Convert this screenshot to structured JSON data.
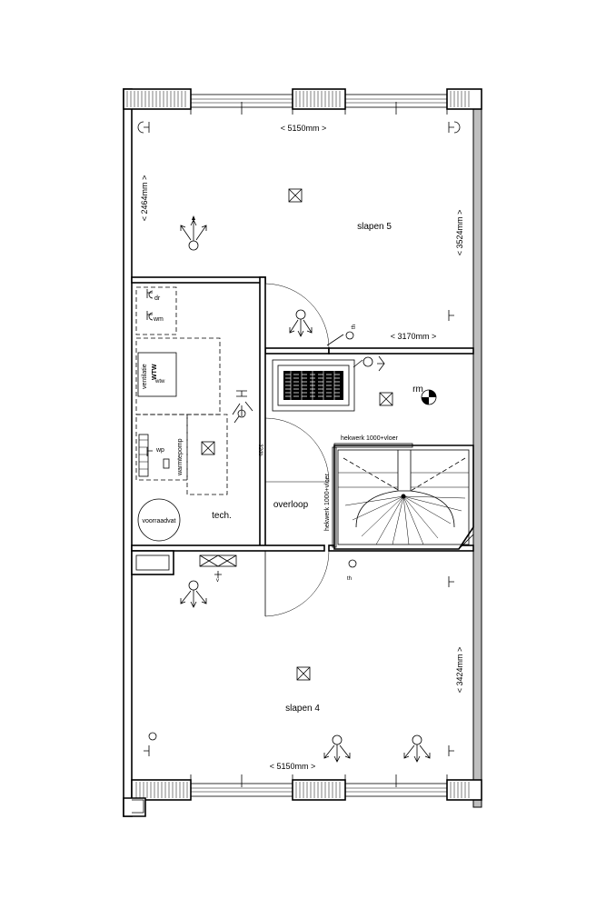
{
  "rooms": {
    "slapen5": "slapen 5",
    "slapen4": "slapen 4",
    "overloop": "overloop",
    "tech": "tech."
  },
  "dimensions": {
    "top_width": "< 5150mm >",
    "top_left_height": "< 2464mm >",
    "top_right_height": "< 3524mm >",
    "landing_width": "< 3170mm >",
    "bottom_right_height": "< 3424mm >",
    "bottom_width": "< 5150mm >"
  },
  "labels": {
    "dr": "dr",
    "wm": "wm",
    "ventilatie": "ventilatie",
    "wtw_upper": "WTW",
    "wtw_lower": "wtw",
    "wp": "wp",
    "warmtepomp": "warmtepomp",
    "voorraadvat": "voorraadvat",
    "door_height": "32db",
    "rm": "rm",
    "th_upper": "th",
    "th_lower": "th",
    "v": "v",
    "hekwerk_top": "hekwerk 1000+vloer",
    "hekwerk_side": "hekwerk 1000+vloer"
  },
  "colors": {
    "line": "#000000",
    "background": "#ffffff",
    "shade": "#bfbfbf"
  }
}
